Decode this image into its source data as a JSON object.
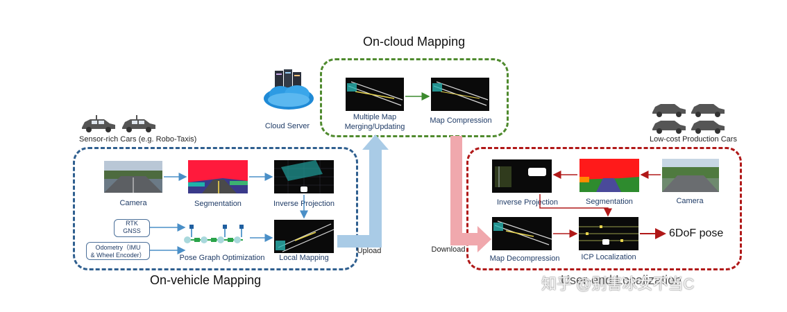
{
  "diagram": {
    "cloud": {
      "title": "On-cloud Mapping",
      "server_label": "Cloud Server",
      "multi_map_label_l1": "Multiple Map",
      "multi_map_label_l2": "Merging/Updating",
      "compression_label": "Map Compression"
    },
    "vehicle": {
      "title": "On-vehicle Mapping",
      "cars_label": "Sensor-rich Cars (e.g. Robo-Taxis)",
      "camera_label": "Camera",
      "segmentation_label": "Segmentation",
      "inverse_projection_label": "Inverse Projection",
      "rtk_label_l1": "RTK",
      "rtk_label_l2": "GNSS",
      "odometry_label_l1": "Odometry（IMU",
      "odometry_label_l2": "& Wheel Encoder）",
      "pose_graph_label": "Pose Graph Optimization",
      "local_mapping_label": "Local Mapping"
    },
    "upload_label": "Upload",
    "download_label": "Download",
    "localization": {
      "cars_label": "Low-cost Production Cars",
      "inverse_projection_label": "Inverse Projection",
      "segmentation_label": "Segmentation",
      "camera_label": "Camera",
      "decompression_label": "Map Decompression",
      "icp_label": "ICP Localization",
      "pose_label": "6DoF pose",
      "title": "User-end Localization"
    },
    "watermark": "知乎 @别害冰女不当C"
  },
  "colors": {
    "vehicle_frame": "#2f5f8f",
    "cloud_frame": "#4f8a2e",
    "localization_frame": "#b01818",
    "upload_arrow": "#a9cbe6",
    "download_arrow": "#f0a8ad"
  }
}
